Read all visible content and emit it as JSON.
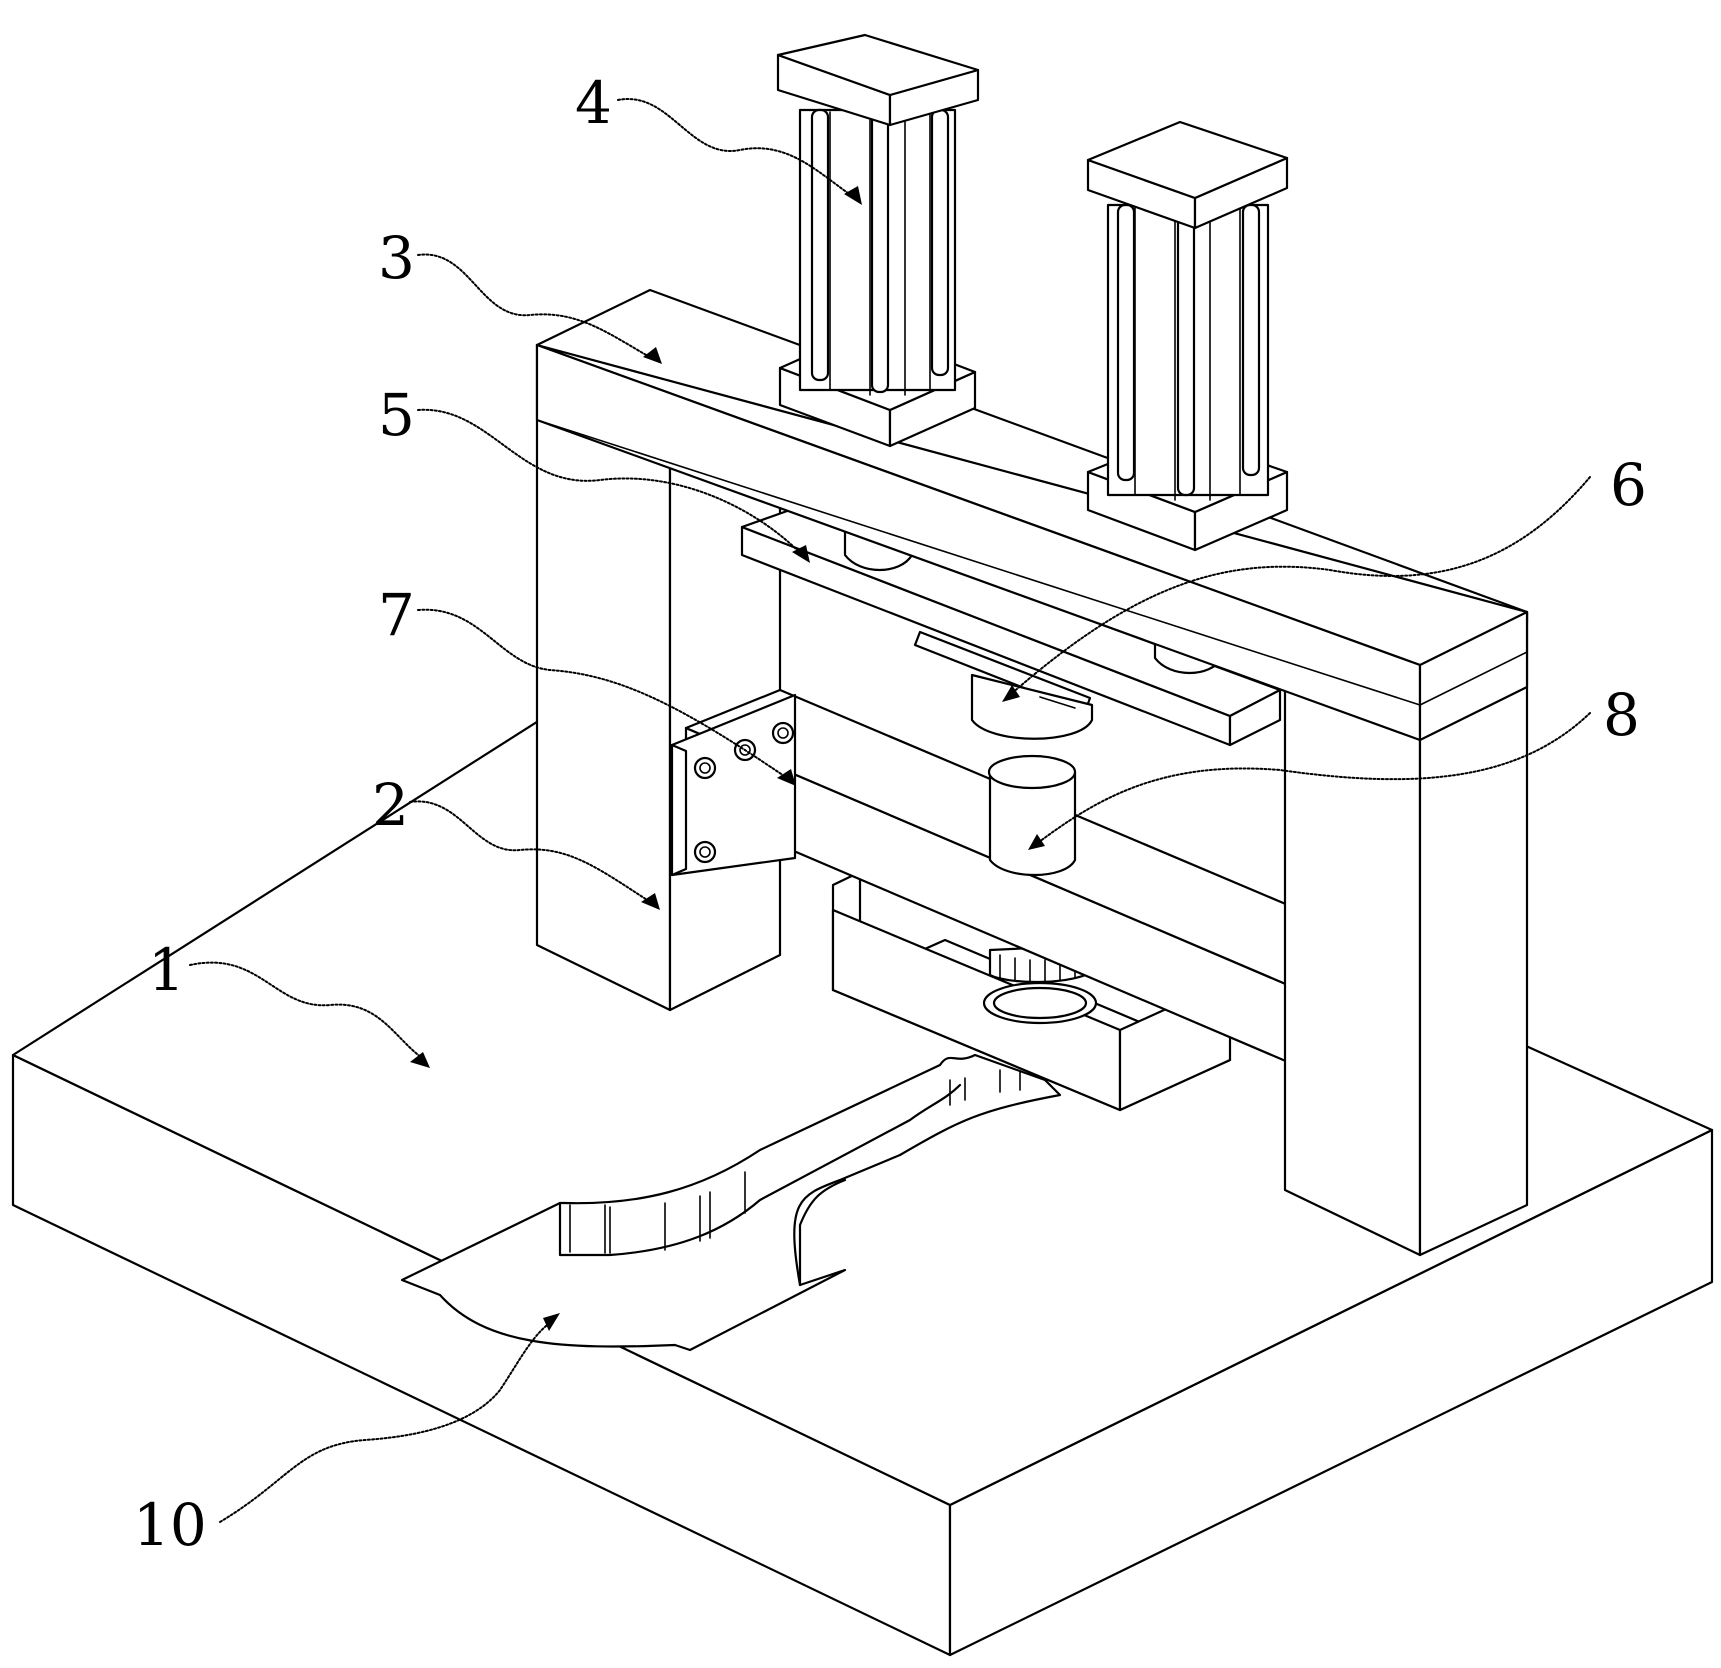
{
  "figure": {
    "labels": [
      {
        "id": "1",
        "text": "1"
      },
      {
        "id": "2",
        "text": "2"
      },
      {
        "id": "3",
        "text": "3"
      },
      {
        "id": "4",
        "text": "4"
      },
      {
        "id": "5",
        "text": "5"
      },
      {
        "id": "6",
        "text": "6"
      },
      {
        "id": "7",
        "text": "7"
      },
      {
        "id": "8",
        "text": "8"
      },
      {
        "id": "10",
        "text": "10"
      }
    ]
  }
}
